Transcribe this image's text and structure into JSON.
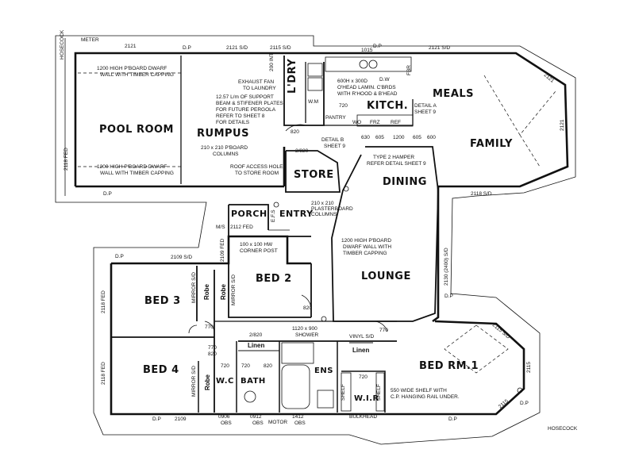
{
  "rooms": {
    "pool_room": "POOL ROOM",
    "rumpus": "RUMPUS",
    "laundry": "L'DRY",
    "kitchen": "KITCH.",
    "meals": "MEALS",
    "family": "FAMILY",
    "store": "STORE",
    "dining": "DINING",
    "porch": "PORCH",
    "entry": "ENTRY",
    "bed2": "BED 2",
    "bed3": "BED 3",
    "bed4": "BED 4",
    "lounge": "LOUNGE",
    "bed_rm1": "BED RM.1",
    "bath": "BATH",
    "wc": "W.C",
    "ens": "ENS",
    "wir": "W.I.R",
    "linen1": "Linen",
    "linen2": "Linen",
    "robe1": "Robe",
    "robe2": "Robe",
    "robe3": "Robe",
    "pantry": "PANTRY"
  },
  "notes": {
    "meter": "METER",
    "hosecock_top": "HOSECOCK",
    "hosecock_bottom": "HOSECOCK",
    "dwarf1_a": "1200 HIGH P'BOARD DWARF",
    "dwarf1_b": "WALL WITH TIMBER CAPPING",
    "dwarf2_a": "1200 HIGH P'BOARD DWARF",
    "dwarf2_b": "WALL WITH TIMBER CAPPING",
    "exhaust_a": "EXHAUST FAN",
    "exhaust_b": "TO LAUNDRY",
    "support_a": "12.57 L/m OF SUPPORT",
    "support_b": "BEAM & STIFENER PLATES",
    "support_c": "FOR FUTURE PERGOLA",
    "support_d": "REFER TO SHEET 8",
    "support_e": "FOR DETAILS",
    "columns_a": "210 x 210 P'BOARD",
    "columns_b": "COLUMNS",
    "roof_a": "ROOF ACCESS HOLE",
    "roof_b": "TO STORE ROOM",
    "kitchen_a": "600H x 300D",
    "kitchen_b": "O'HEAD LAMIN. C'BRDS",
    "kitchen_c": "WITH R'HOOD & B'HEAD",
    "detail_a": "DETAIL A",
    "detail_b": "SHEET 9",
    "detailb_a": "DETAIL B",
    "detailb_b": "SHEET 9",
    "hamper_a": "TYPE 2 HAMPER",
    "hamper_b": "REFER DETAIL SHEET 9",
    "plaster_a": "210 x 210",
    "plaster_b": "PLASTERBOARD",
    "plaster_c": "COLUMNS",
    "dwarf3_a": "1200 HIGH P'BOARD",
    "dwarf3_b": "DWARF WALL WITH",
    "dwarf3_c": "TIMBER CAPPING",
    "corner_a": "100 x 100 HW",
    "corner_b": "CORNER POST",
    "shower_a": "1120 x 900",
    "shower_b": "SHOWER",
    "shelf_a": "550 WIDE SHELF WITH",
    "shelf_b": "C.P. HANGING RAIL UNDER.",
    "bulkhead": "BULKHEAD",
    "mirror1": "MIRROR S/D",
    "mirror2": "MIRROR S/D",
    "mirror3": "MIRROR S/D",
    "dw": "D.W",
    "wm": "W.M",
    "fbr": "FBR",
    "wo": "WO",
    "frz": "FRZ",
    "ref": "REF",
    "efs": "E.F.S",
    "ms": "M/S",
    "shelf_l": "SHELF",
    "shelf_r": "SHELF",
    "vinyl": "VINYL S/D",
    "motor": "MOTOR"
  },
  "dims": {
    "d2121_a": "2121",
    "d2121_b": "2121 S/D",
    "d2115": "2115 S/D",
    "d1015": "1015",
    "d2121_c": "2121 S/D",
    "d2121_r1": "2121",
    "d2121_r2": "2121",
    "dp_top1": "D.P",
    "dp_top2": "D.P",
    "d2118_fed": "2118 FED",
    "d2118_sd": "2118 S/D",
    "dp_mid": "D.P",
    "dp_right": "D.P",
    "d2112": "2112 FED",
    "d2109_top": "2109 S/D",
    "d2130": "2130 (2400) S/D",
    "d2118_l1": "2118 FED",
    "d2118_l2": "2118 FED",
    "d2109_fed": "2109 FED",
    "d2109_bot": "2109",
    "dp_bot1": "D.P",
    "dp_bot2": "D.P",
    "dp_left": "D.P",
    "dp_br": "D.P",
    "d2115_r1": "2115 S/D",
    "d2115_r2": "2115",
    "d2115_r3": "2115",
    "d0906": "0906",
    "obs1": "OBS",
    "d0912": "0912",
    "obs2": "OBS",
    "d1412": "1412",
    "obs3": "OBS",
    "k630": "630",
    "k605a": "605",
    "k1200": "1200",
    "k605b": "605",
    "k600": "600",
    "d720_k": "720",
    "d820_a": "820",
    "d2820_a": "2/820",
    "d820_b": "820",
    "d820_c": "820",
    "d770_a": "770",
    "d770_b": "770",
    "d770_c": "770",
    "d2820_b": "2/820",
    "d720_b": "720",
    "d720_w": "720",
    "d820_w": "820",
    "d720_e": "720",
    "d200": "200 INT"
  }
}
